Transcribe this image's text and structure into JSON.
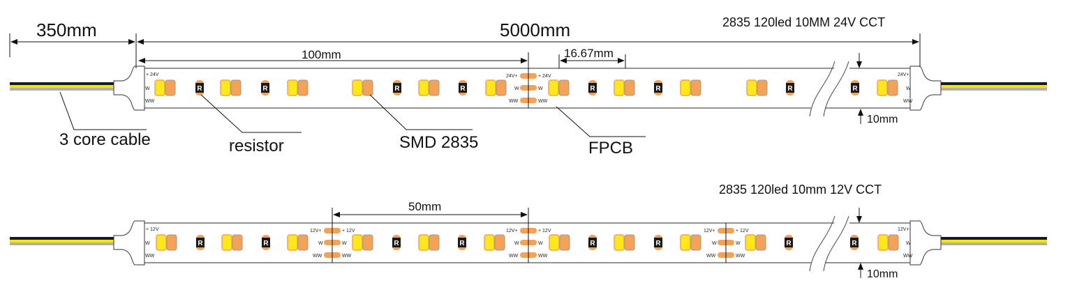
{
  "top": {
    "spec_title": "2835  120led 10MM  24V  CCT",
    "dim_lead": "350mm",
    "dim_total": "5000mm",
    "dim_cut": "100mm",
    "dim_pitch": "16.67mm",
    "dim_width": "10mm",
    "pad_voltage": "24V",
    "pad_w": "W",
    "pad_ww": "WW",
    "resistor_mark": "R",
    "callouts": {
      "cable": "3 core cable",
      "resistor": "resistor",
      "smd": "SMD 2835",
      "fpcb": "FPCB"
    }
  },
  "bottom": {
    "spec_title": "2835 120led 10mm 12V CCT",
    "dim_cut": "50mm",
    "dim_width": "10mm",
    "pad_voltage": "12V",
    "pad_w": "W",
    "pad_ww": "WW",
    "resistor_mark": "R"
  },
  "colors": {
    "led_cool": "#ffe81a",
    "led_warm": "#f4a257",
    "pad": "#f4a257",
    "resistor": "#1a1a1a",
    "cable_black": "#1a1a1a",
    "cable_yellow": "#f5e600",
    "cable_gray": "#b0b0b0",
    "strip_border": "#555555"
  }
}
